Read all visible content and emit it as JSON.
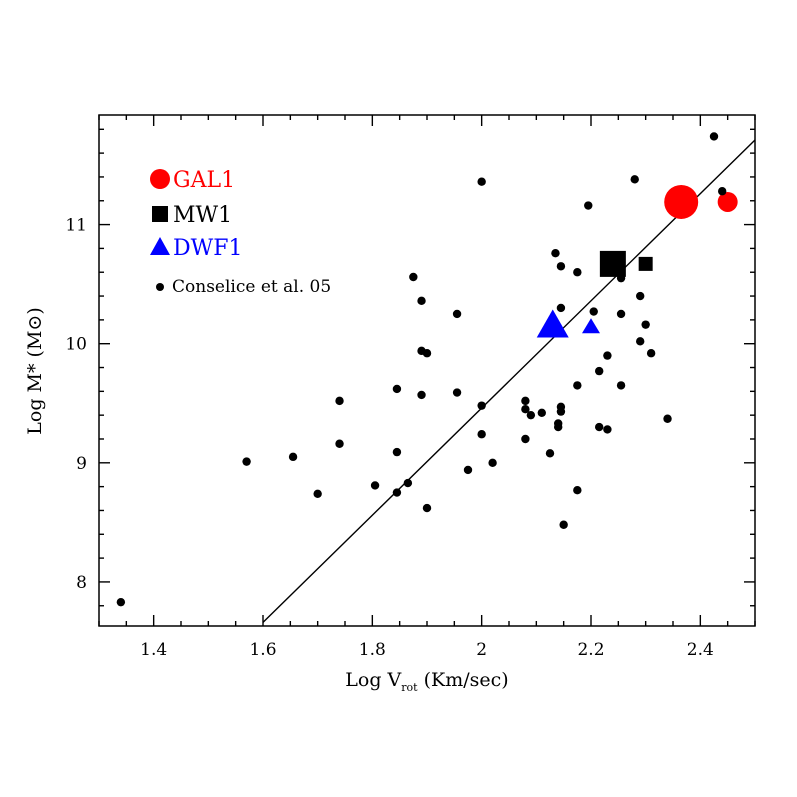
{
  "chart_data": {
    "type": "scatter",
    "xlabel_main": "Log V",
    "xlabel_sub": "rot",
    "xlabel_rest": " (Km/sec)",
    "ylabel": "Log M* (M⊙)",
    "xlim": [
      1.3,
      2.5
    ],
    "ylim": [
      7.63,
      11.92
    ],
    "x_ticks": [
      1.4,
      1.6,
      1.8,
      2.0,
      2.2,
      2.4
    ],
    "x_tick_labels": [
      "1.4",
      "1.6",
      "1.8",
      "2",
      "2.2",
      "2.4"
    ],
    "y_ticks": [
      8,
      9,
      10,
      11
    ],
    "y_tick_labels": [
      "8",
      "9",
      "10",
      "11"
    ],
    "fit_line": {
      "x": [
        1.6,
        2.5
      ],
      "y": [
        7.66,
        11.71
      ]
    },
    "series": [
      {
        "name": "GAL1",
        "color": "#ff0000",
        "marker": "circle",
        "points": [
          {
            "x": 2.365,
            "y": 11.19,
            "size": "large"
          },
          {
            "x": 2.45,
            "y": 11.19,
            "size": "small"
          }
        ]
      },
      {
        "name": "MW1",
        "color": "#000000",
        "marker": "square",
        "points": [
          {
            "x": 2.24,
            "y": 10.67,
            "size": "large"
          },
          {
            "x": 2.3,
            "y": 10.67,
            "size": "small"
          }
        ]
      },
      {
        "name": "DWF1",
        "color": "#0000ff",
        "marker": "triangle",
        "points": [
          {
            "x": 2.13,
            "y": 10.13,
            "size": "large"
          },
          {
            "x": 2.2,
            "y": 10.13,
            "size": "small"
          }
        ]
      },
      {
        "name": "Conselice et al. 05",
        "color": "#000000",
        "marker": "dot",
        "points": [
          {
            "x": 1.34,
            "y": 7.83
          },
          {
            "x": 1.57,
            "y": 9.01
          },
          {
            "x": 1.655,
            "y": 9.05
          },
          {
            "x": 1.7,
            "y": 8.74
          },
          {
            "x": 1.74,
            "y": 9.52
          },
          {
            "x": 1.74,
            "y": 9.16
          },
          {
            "x": 1.805,
            "y": 8.81
          },
          {
            "x": 1.845,
            "y": 9.62
          },
          {
            "x": 1.845,
            "y": 9.09
          },
          {
            "x": 1.845,
            "y": 8.75
          },
          {
            "x": 1.865,
            "y": 8.83
          },
          {
            "x": 1.875,
            "y": 10.56
          },
          {
            "x": 1.89,
            "y": 10.36
          },
          {
            "x": 1.89,
            "y": 9.94
          },
          {
            "x": 1.89,
            "y": 9.57
          },
          {
            "x": 1.9,
            "y": 9.92
          },
          {
            "x": 1.9,
            "y": 8.62
          },
          {
            "x": 1.955,
            "y": 10.25
          },
          {
            "x": 1.955,
            "y": 9.59
          },
          {
            "x": 1.975,
            "y": 8.94
          },
          {
            "x": 2.0,
            "y": 11.36
          },
          {
            "x": 2.0,
            "y": 9.48
          },
          {
            "x": 2.0,
            "y": 9.24
          },
          {
            "x": 2.02,
            "y": 9.0
          },
          {
            "x": 2.08,
            "y": 9.52
          },
          {
            "x": 2.08,
            "y": 9.45
          },
          {
            "x": 2.08,
            "y": 9.2
          },
          {
            "x": 2.09,
            "y": 9.4
          },
          {
            "x": 2.11,
            "y": 9.42
          },
          {
            "x": 2.125,
            "y": 9.08
          },
          {
            "x": 2.135,
            "y": 10.76
          },
          {
            "x": 2.14,
            "y": 9.33
          },
          {
            "x": 2.14,
            "y": 9.3
          },
          {
            "x": 2.145,
            "y": 10.65
          },
          {
            "x": 2.145,
            "y": 10.3
          },
          {
            "x": 2.145,
            "y": 9.43
          },
          {
            "x": 2.145,
            "y": 9.47
          },
          {
            "x": 2.15,
            "y": 8.48
          },
          {
            "x": 2.175,
            "y": 10.6
          },
          {
            "x": 2.175,
            "y": 9.65
          },
          {
            "x": 2.175,
            "y": 8.77
          },
          {
            "x": 2.195,
            "y": 11.16
          },
          {
            "x": 2.205,
            "y": 10.27
          },
          {
            "x": 2.215,
            "y": 9.77
          },
          {
            "x": 2.215,
            "y": 9.3
          },
          {
            "x": 2.23,
            "y": 9.9
          },
          {
            "x": 2.23,
            "y": 9.28
          },
          {
            "x": 2.255,
            "y": 10.55
          },
          {
            "x": 2.255,
            "y": 10.25
          },
          {
            "x": 2.255,
            "y": 9.65
          },
          {
            "x": 2.28,
            "y": 11.38
          },
          {
            "x": 2.29,
            "y": 10.4
          },
          {
            "x": 2.29,
            "y": 10.02
          },
          {
            "x": 2.3,
            "y": 10.16
          },
          {
            "x": 2.31,
            "y": 9.92
          },
          {
            "x": 2.34,
            "y": 9.37
          },
          {
            "x": 2.425,
            "y": 11.74
          },
          {
            "x": 2.44,
            "y": 11.28
          }
        ]
      }
    ],
    "legend": {
      "placement": "top-left"
    }
  }
}
